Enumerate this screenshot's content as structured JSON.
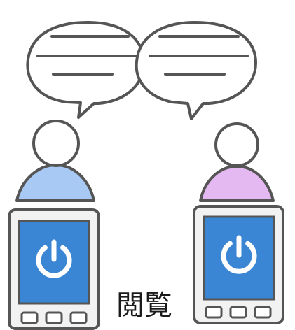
{
  "caption": "閲覧",
  "illustration": {
    "people": [
      {
        "name": "person-left",
        "shirt_color": "#a9c9f5"
      },
      {
        "name": "person-right",
        "shirt_color": "#e4b8f0"
      }
    ],
    "speech_bubbles": 2,
    "devices": [
      {
        "name": "tablet-left",
        "icon": "power-icon",
        "screen_color": "#3a86d4",
        "buttons": 3
      },
      {
        "name": "tablet-right",
        "icon": "power-icon",
        "screen_color": "#3a86d4",
        "buttons": 3
      }
    ],
    "colors": {
      "outline": "#555555",
      "device_body": "#f2f2f2",
      "power_symbol": "#ffffff"
    }
  }
}
